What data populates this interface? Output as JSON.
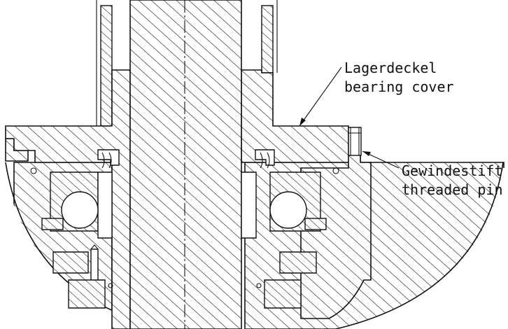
{
  "labels": {
    "bearing_cover_de": "Lagerdeckel",
    "bearing_cover_en": "bearing cover",
    "threaded_pin_de": "Gewindestift",
    "threaded_pin_en": "threaded pin"
  },
  "colors": {
    "line": "#111111",
    "background": "#ffffff"
  }
}
